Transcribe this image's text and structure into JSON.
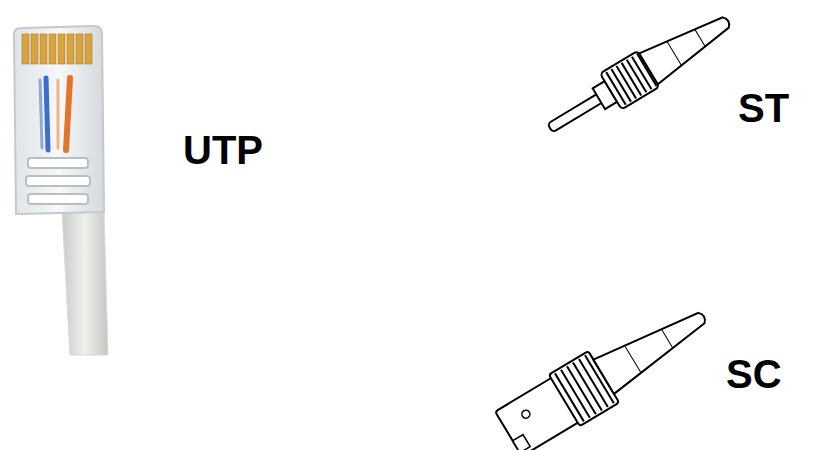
{
  "diagram": {
    "labels": [
      "UTP",
      "ST",
      "SC"
    ]
  }
}
